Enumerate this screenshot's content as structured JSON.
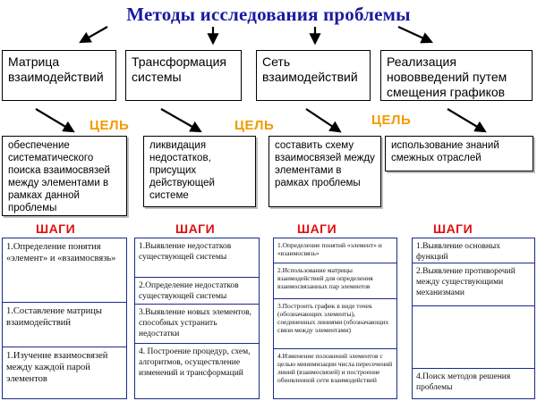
{
  "title": "Методы исследования проблемы",
  "goal_label": "ЦЕЛЬ",
  "steps_label": "ШАГИ",
  "methods": [
    {
      "name": "Матрица взаимодействий",
      "goal": "обеспечение систематического поиска взаимосвязей между элементами в рамках данной проблемы",
      "steps": [
        "1.Определение понятия «элемент» и «взаимосвязь»",
        "1.Составление матрицы взаимодействий",
        "1.Изучение взаимосвязей между каждой парой элементов"
      ]
    },
    {
      "name": "Трансформация системы",
      "goal": "ликвидация недостатков, присущих действующей системе",
      "steps": [
        "1.Выявление недостатков существующей системы",
        "2.Определение недостатков существующей системы",
        "3.Выявление новых элементов, способных устранить недостатки",
        "4. Построение процедур, схем, алгоритмов, осуществление изменений и трансформаций"
      ]
    },
    {
      "name": "Сеть взаимодействий",
      "goal": "составить схему взаимосвязей между элементами в рамках проблемы",
      "steps": [
        "1.Определение понятий «элемент» и «взаимосвязь»",
        "2.Использование матрицы взаимодействий для определения взаимосвязанных пар элементов",
        "3.Построить график в виде точек (обозначающих элементы), соединенных линиями (обозначающих связи между элементами)",
        "4.Изменение положений элементов с целью минимизации числа пересечений линий (взаимосвязей) и построение обновленной сети взаимодействий"
      ]
    },
    {
      "name": "Реализация нововведений путем смещения графиков",
      "goal": "использование знаний смежных отраслей",
      "steps": [
        "1.Выявление основных функций",
        "2.Выявление противоречий между существующими механизмами",
        "",
        "4.Поиск методов решения проблемы"
      ]
    }
  ]
}
